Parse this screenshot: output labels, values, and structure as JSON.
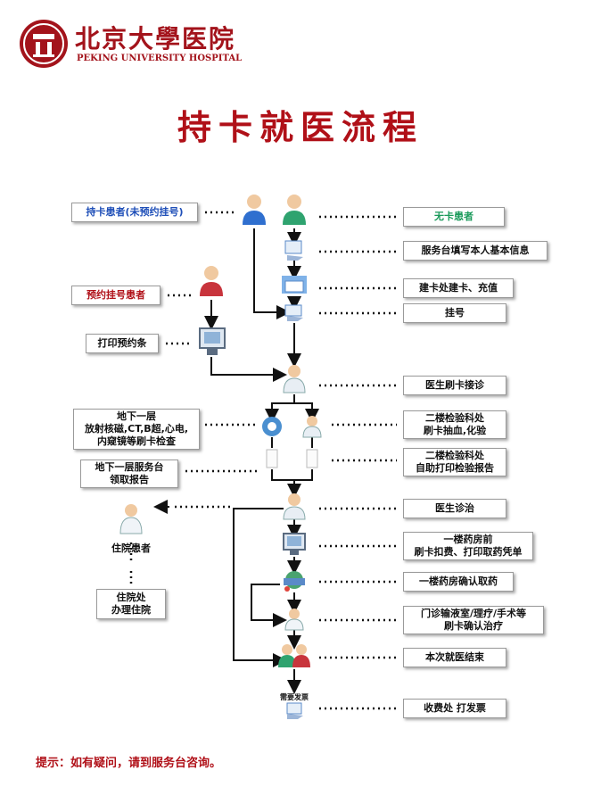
{
  "header": {
    "logo_cn": "北京大學医院",
    "logo_en": "PEKING UNIVERSITY HOSPITAL",
    "title": "持卡就医流程"
  },
  "left": {
    "card_no_appt": "持卡患者(未预约挂号)",
    "appt_patient": "预约挂号患者",
    "print_slip": "打印预约条",
    "b1_exam_l1": "地下一层",
    "b1_exam_l2": "放射核磁,CT,B超,心电,",
    "b1_exam_l3": "内窥镜等刷卡检查",
    "b1_report_l1": "地下一层服务台",
    "b1_report_l2": "领取报告",
    "inpatient": "住院患者",
    "admission_l1": "住院处",
    "admission_l2": "办理住院"
  },
  "right": {
    "no_card": "无卡患者",
    "fill_info": "服务台填写本人基本信息",
    "make_card": "建卡处建卡、充值",
    "register": "挂号",
    "doctor_swipe": "医生刷卡接诊",
    "lab_l1": "二楼检验科处",
    "lab_l2": "刷卡抽血,化验",
    "lab_print_l1": "二楼检验科处",
    "lab_print_l2": "自助打印检验报告",
    "treatment": "医生诊治",
    "pharm_l1": "一楼药房前",
    "pharm_l2": "刷卡扣费、打印取药凭单",
    "pharm_confirm": "一楼药房确认取药",
    "clinic_l1": "门诊输液室/理疗/手术等",
    "clinic_l2": "刷卡确认治疗",
    "visit_end": "本次就医结束",
    "invoice": "收费处 打发票"
  },
  "center": {
    "invoice_needed": "需要发票"
  },
  "footer": {
    "tip": "提示：如有疑问，请到服务台咨询。"
  },
  "colors": {
    "brand": "#a3131b",
    "no_card_text": "#1a9a5a",
    "card_text": "#1f4fb8",
    "appt_text": "#b01018"
  }
}
